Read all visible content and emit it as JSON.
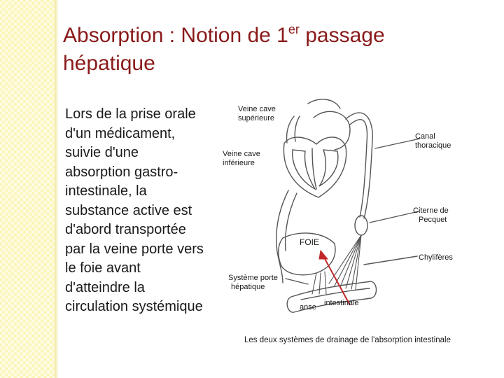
{
  "title": {
    "line1_before_sup": "Absorption : Notion de 1",
    "superscript": "er",
    "line1_after_sup": " passage",
    "line2": "hépatique"
  },
  "body_lines": [
    "Lors de la prise orale",
    "d'un médicament,",
    "suivie d'une",
    "absorption gastro-",
    "intestinale, la",
    "substance active est",
    "d'abord transportée",
    "par la veine porte vers",
    "le foie avant",
    "d'atteindre la",
    "circulation systémique"
  ],
  "diagram": {
    "labels": {
      "vcs_1": "Veine cave",
      "vcs_2": "supérieure",
      "canal_1": "Canal",
      "canal_2": "thoracique",
      "vci_1": "Veine cave",
      "vci_2": "inférieure",
      "citerne_1": "Citerne de",
      "citerne_2": "Pecquet",
      "foie": "FOIE",
      "chyliferes": "Chylifères",
      "porte_1": "Système porte",
      "porte_2": "hépatique",
      "anse": "anse",
      "intestinale": "intestinale"
    },
    "caption": "Les deux systèmes de drainage de l'absorption intestinale",
    "colors": {
      "arrow": "#c0282a",
      "lines": "#555555"
    }
  },
  "colors": {
    "title": "#8a1a1a",
    "band": "#fbf6b8"
  }
}
